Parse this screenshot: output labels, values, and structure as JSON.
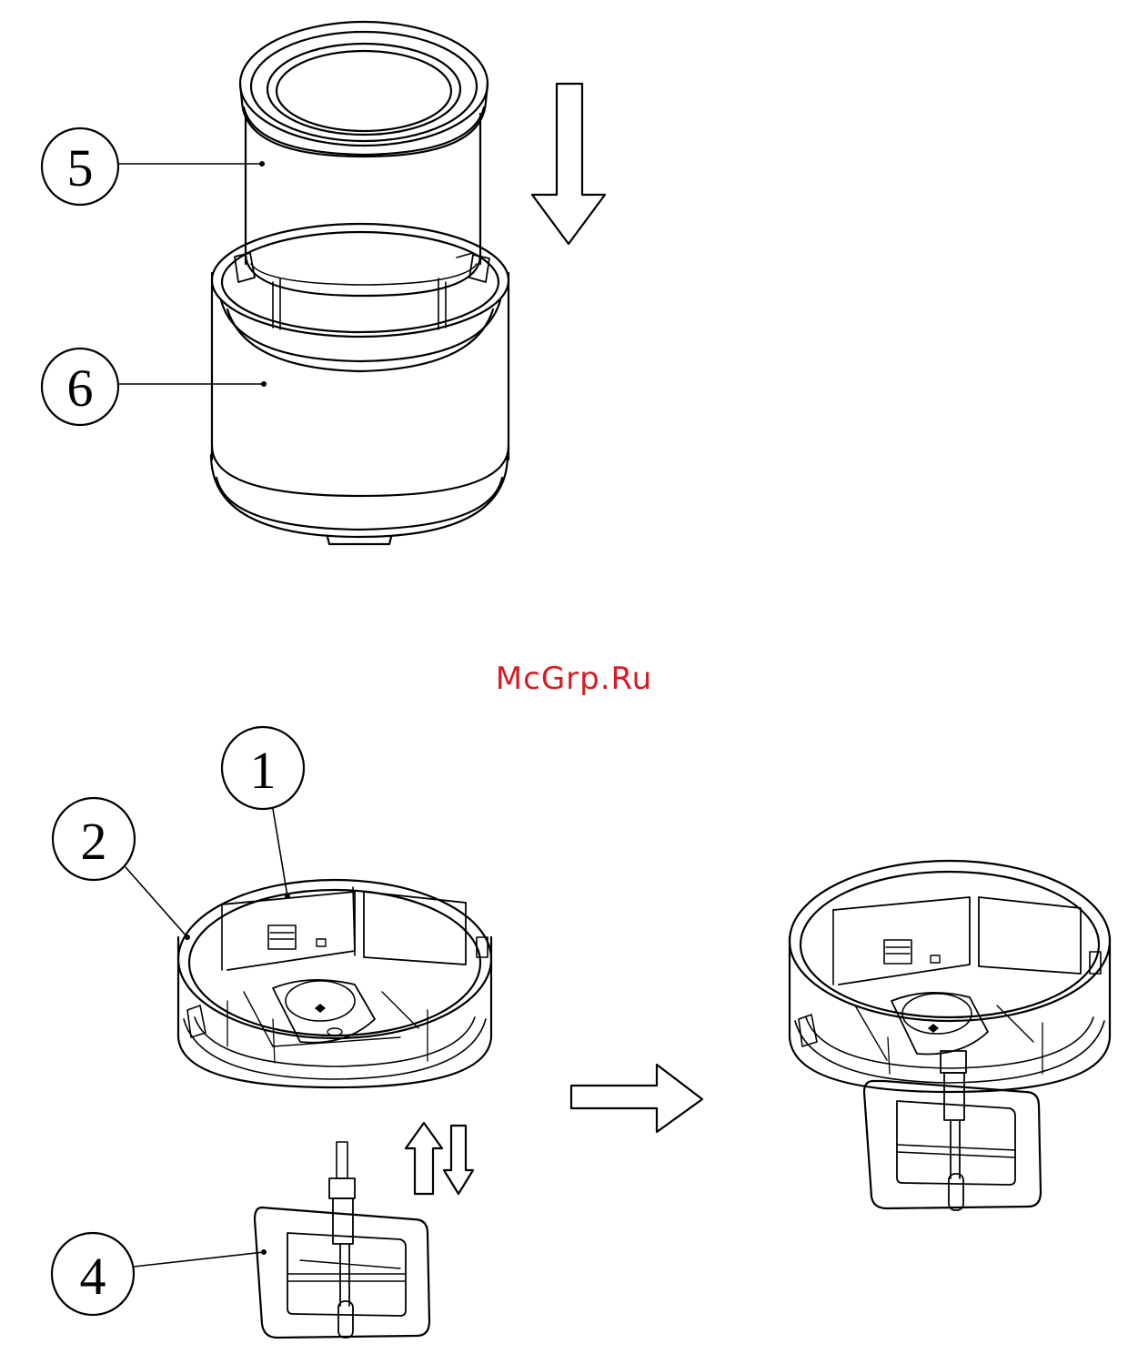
{
  "watermark": {
    "text": "McGrp.Ru",
    "color": "#d81b23"
  },
  "callouts": [
    {
      "id": "5",
      "label": "5"
    },
    {
      "id": "6",
      "label": "6"
    },
    {
      "id": "1",
      "label": "1"
    },
    {
      "id": "2",
      "label": "2"
    },
    {
      "id": "4",
      "label": "4"
    }
  ],
  "colors": {
    "line": "#000000",
    "background": "#ffffff"
  },
  "icons": [
    "arrow-down-icon",
    "arrow-right-icon",
    "arrows-up-down-icon"
  ]
}
